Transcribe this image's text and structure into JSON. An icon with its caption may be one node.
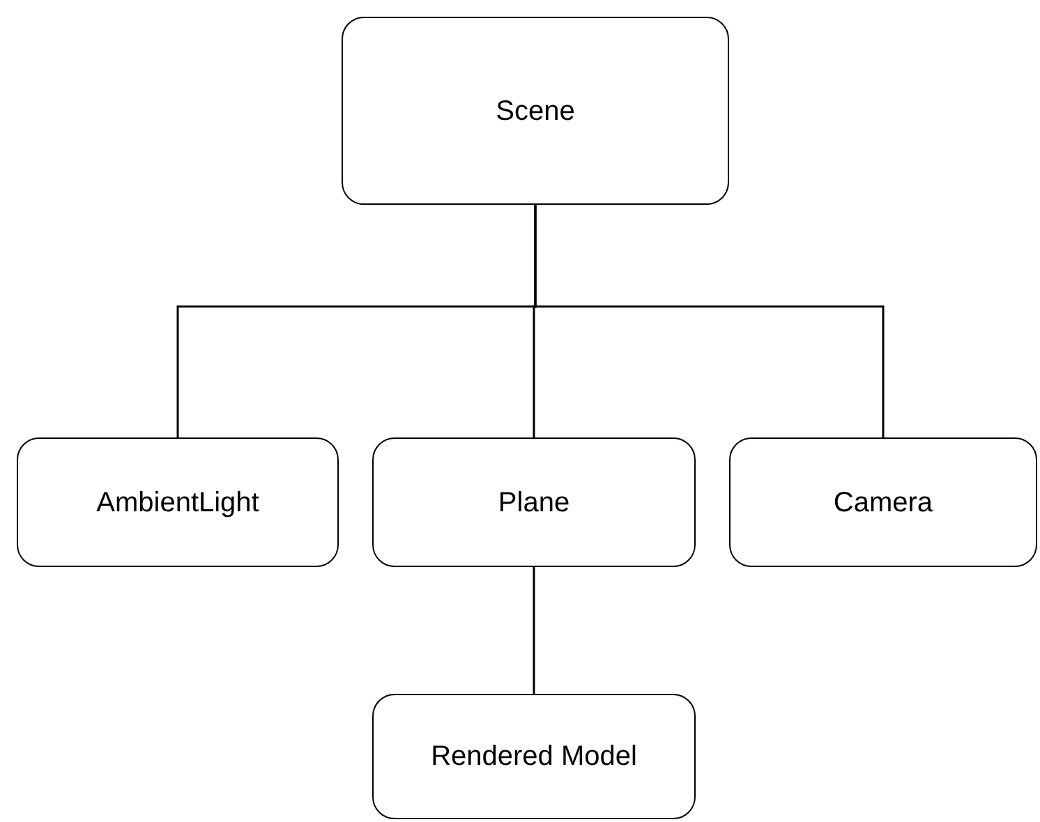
{
  "diagram": {
    "nodes": [
      {
        "text": [
          "Scene"
        ]
      },
      {
        "text": [
          "AmbientLight"
        ]
      },
      {
        "text": [
          "Plane"
        ]
      },
      {
        "text": [
          "Camera"
        ]
      },
      {
        "text": [
          "Rendered Model"
        ]
      }
    ],
    "edges": [
      {
        "from": 0,
        "to": 1,
        "arrow": "none"
      },
      {
        "from": 0,
        "to": 2,
        "arrow": "none"
      },
      {
        "from": 0,
        "to": 3,
        "arrow": "none"
      },
      {
        "from": 2,
        "to": 4,
        "arrow": "none"
      }
    ]
  }
}
